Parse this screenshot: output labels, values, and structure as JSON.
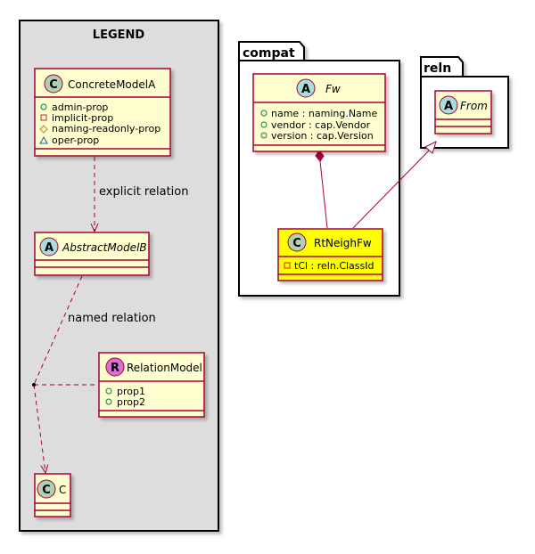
{
  "legend": {
    "title": "LEGEND",
    "classes": {
      "concrete": {
        "name": "ConcreteModelA",
        "kind": "C",
        "attrs": [
          {
            "vis": "public",
            "text": "admin-prop"
          },
          {
            "vis": "private",
            "text": "implicit-prop"
          },
          {
            "vis": "protected",
            "text": "naming-readonly-prop"
          },
          {
            "vis": "package",
            "text": "oper-prop"
          }
        ]
      },
      "abstract": {
        "name": "AbstractModelB",
        "kind": "A"
      },
      "relation": {
        "name": "RelationModel",
        "kind": "R",
        "attrs": [
          {
            "vis": "public",
            "text": "prop1"
          },
          {
            "vis": "public",
            "text": "prop2"
          }
        ]
      },
      "c": {
        "name": "C",
        "kind": "C"
      }
    },
    "edges": {
      "explicit": "explicit relation",
      "named": "named relation"
    }
  },
  "packages": {
    "compat": {
      "title": "compat",
      "classes": {
        "fw": {
          "name": "Fw",
          "kind": "A",
          "attrs": [
            {
              "vis": "public",
              "text": "name : naming.Name"
            },
            {
              "vis": "public",
              "text": "vendor : cap.Vendor"
            },
            {
              "vis": "public",
              "text": "version : cap.Version"
            }
          ]
        },
        "rtneigh": {
          "name": "RtNeighFw",
          "kind": "C",
          "attrs": [
            {
              "vis": "private",
              "text": "tCl : reln.ClassId"
            }
          ]
        }
      }
    },
    "reln": {
      "title": "reln",
      "classes": {
        "from": {
          "name": "From",
          "kind": "A"
        }
      }
    }
  },
  "colors": {
    "class_fill": "#FEFECE",
    "class_border": "#A80036",
    "highlight_fill": "#FFFF00",
    "legend_bg": "#DDDDDD",
    "circle_c": "#ADD1B2",
    "circle_a": "#A9DCDF",
    "circle_r": "#DA70D6",
    "public": "#038048",
    "private": "#C82930",
    "protected": "#B38D22",
    "package": "#1963A0"
  }
}
